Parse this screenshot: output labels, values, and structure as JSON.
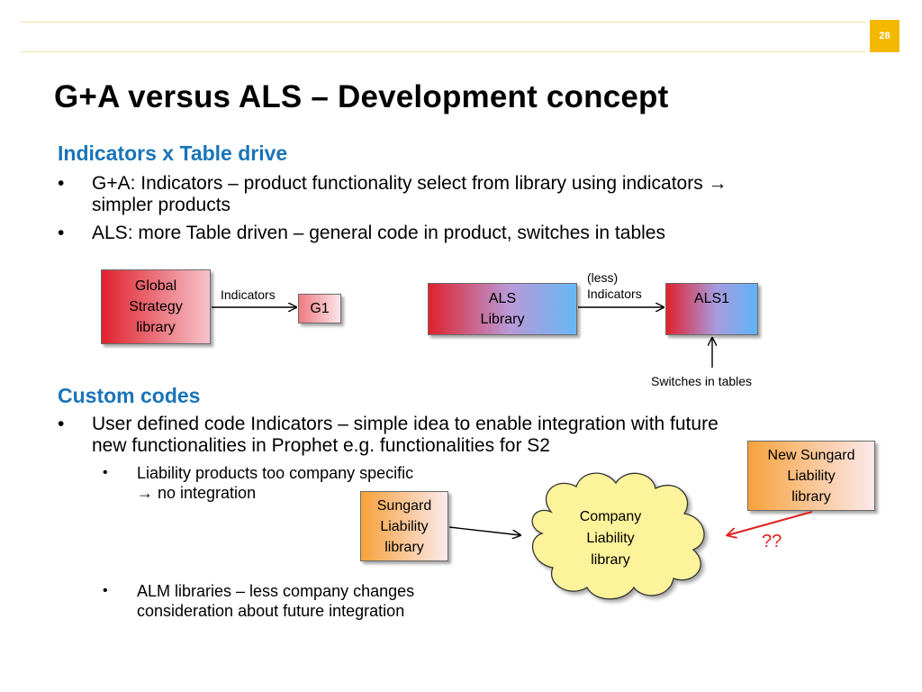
{
  "page_number": "28",
  "title": "G+A versus ALS – Development concept",
  "section1": {
    "heading": "Indicators x Table drive",
    "bullets": [
      {
        "line1": "G+A: Indicators – product functionality select from library using indicators →",
        "line2": "simpler products"
      },
      {
        "line1": "ALS: more Table driven – general code in product, switches in tables"
      }
    ]
  },
  "diagram1": {
    "global_library": [
      "Global",
      "Strategy",
      "library"
    ],
    "indicators_label": "Indicators",
    "g1": "G1",
    "als_library": [
      "ALS",
      "Library"
    ],
    "less_indicators": [
      "(less)",
      "Indicators"
    ],
    "als1": "ALS1",
    "switches_label": "Switches in tables"
  },
  "section2": {
    "heading": "Custom codes",
    "bullet": {
      "line1": "User defined code Indicators – simple idea to enable integration with future",
      "line2": "new functionalities in Prophet e.g. functionalities for S2"
    },
    "sub1": {
      "line1": "Liability products too company specific",
      "line2": "→ no integration"
    },
    "sub2": {
      "line1": "ALM libraries – less company changes",
      "line2": "consideration about future integration"
    }
  },
  "diagram2": {
    "sungard": [
      "Sungard",
      "Liability",
      "library"
    ],
    "company": [
      "Company",
      "Liability",
      "library"
    ],
    "new_sungard": [
      "New Sungard",
      "Liability",
      "library"
    ],
    "question": "??"
  },
  "colors": {
    "heading": "#1a74b8",
    "badge": "#f5b800",
    "question": "#e02020"
  }
}
